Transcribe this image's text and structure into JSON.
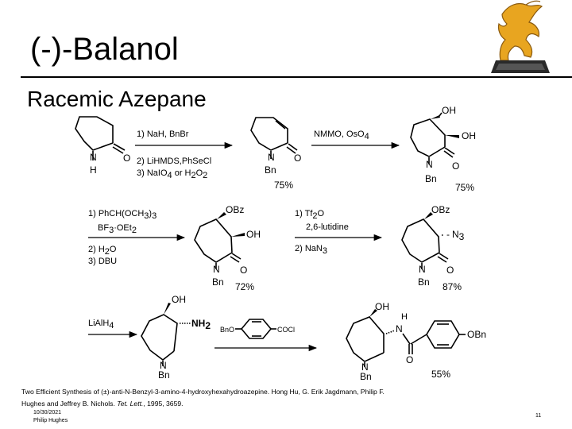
{
  "slide": {
    "title": "(-)-Balanol",
    "subtitle": "Racemic Azepane",
    "logo_icon": "griffin-logo",
    "page_number": "11",
    "footer_date": "10/30/2021",
    "footer_author": "Philip Hughes"
  },
  "citation": {
    "text": "Two Efficient Synthesis of (±)-anti-N-Benzyl-3-amino-4-hydroxyhexahydroazepine.  Hong Hu, G. Erik Jagdmann, Philip F. Hughes and Jeffrey B. Nichols.",
    "journal": "Tet. Lett.",
    "ref_tail": ", 1995, 3659."
  },
  "scheme": {
    "labels": {
      "N": "N",
      "H": "H",
      "O": "O",
      "Bn": "Bn",
      "OH": "OH",
      "OBz": "OBz",
      "N3": "N",
      "N3_sub": "3",
      "NH2": "NH",
      "NH2_sub": "2",
      "BnO": "BnO",
      "COCl": "COCl",
      "OBn": "OBn",
      "dash": "-"
    },
    "steps": [
      {
        "reagents": [
          {
            "parts": [
              "1) NaH, BnBr"
            ]
          },
          {
            "parts": [
              "2) LiHMDS,Ph",
              "Se",
              "Cl"
            ]
          },
          {
            "parts": [
              "3) NaIO",
              "4",
              " or H",
              "2",
              "O",
              "2"
            ]
          }
        ],
        "yield": "75%"
      },
      {
        "reagents": [
          {
            "parts": [
              "NMMO, OsO",
              "4"
            ]
          }
        ],
        "yield": "75%"
      },
      {
        "reagents": [
          {
            "parts": [
              "1) PhCH(OCH",
              "3",
              ")",
              "3"
            ]
          },
          {
            "parts": [
              "BF",
              "3",
              "·OEt",
              "2"
            ]
          },
          {
            "parts": [
              "2) H",
              "2",
              "O"
            ]
          },
          {
            "parts": [
              "3) DBU"
            ]
          }
        ],
        "yield": "72%"
      },
      {
        "reagents": [
          {
            "parts": [
              "1) Tf",
              "2",
              "O"
            ]
          },
          {
            "parts": [
              "2,6-lutidine"
            ]
          },
          {
            "parts": [
              "2) NaN",
              "3"
            ]
          }
        ],
        "yield": "87%"
      },
      {
        "reagents": [
          {
            "parts": [
              "LiAlH",
              "4"
            ]
          }
        ],
        "yield": "55%"
      }
    ]
  }
}
